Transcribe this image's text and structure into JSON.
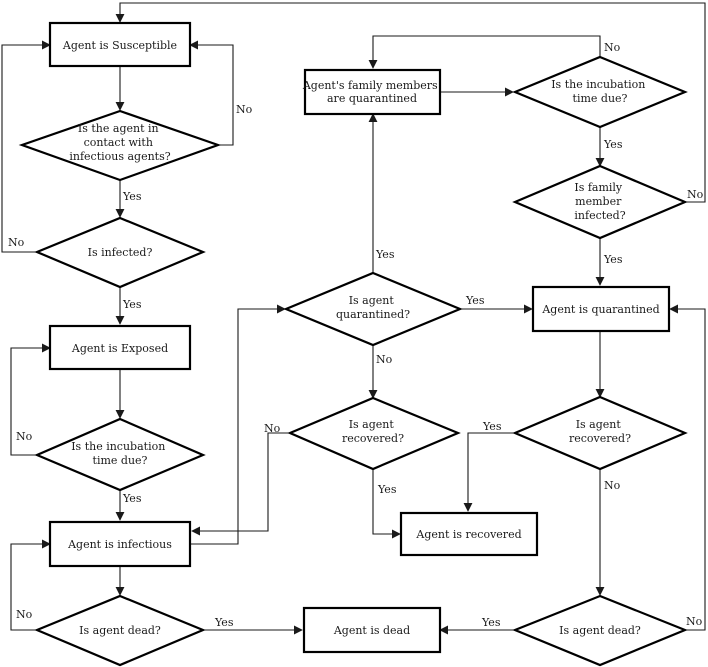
{
  "nodes": {
    "susceptible": [
      "Agent is Susceptible"
    ],
    "contact": [
      "Is the agent in",
      "contact with",
      "infectious agents?"
    ],
    "infected_q": [
      "Is infected?"
    ],
    "exposed": [
      "Agent is Exposed"
    ],
    "incub1": [
      "Is the incubation",
      "time due?"
    ],
    "infectious": [
      "Agent is infectious"
    ],
    "dead_q1": [
      "Is agent dead?"
    ],
    "dead": [
      "Agent is dead"
    ],
    "family_q": [
      "Agent's family members",
      "are quarantined"
    ],
    "incub2": [
      "Is the incubation",
      "time due?"
    ],
    "family_inf": [
      "Is family",
      "member",
      "infected?"
    ],
    "quar_q": [
      "Is agent",
      "quarantined?"
    ],
    "quarantined": [
      "Agent is quarantined"
    ],
    "recov_q1": [
      "Is agent",
      "recovered?"
    ],
    "recovered": [
      "Agent is recovered"
    ],
    "recov_q2": [
      "Is agent",
      "recovered?"
    ],
    "dead_q2": [
      "Is agent dead?"
    ]
  },
  "labels": {
    "yes": "Yes",
    "no": "No"
  }
}
